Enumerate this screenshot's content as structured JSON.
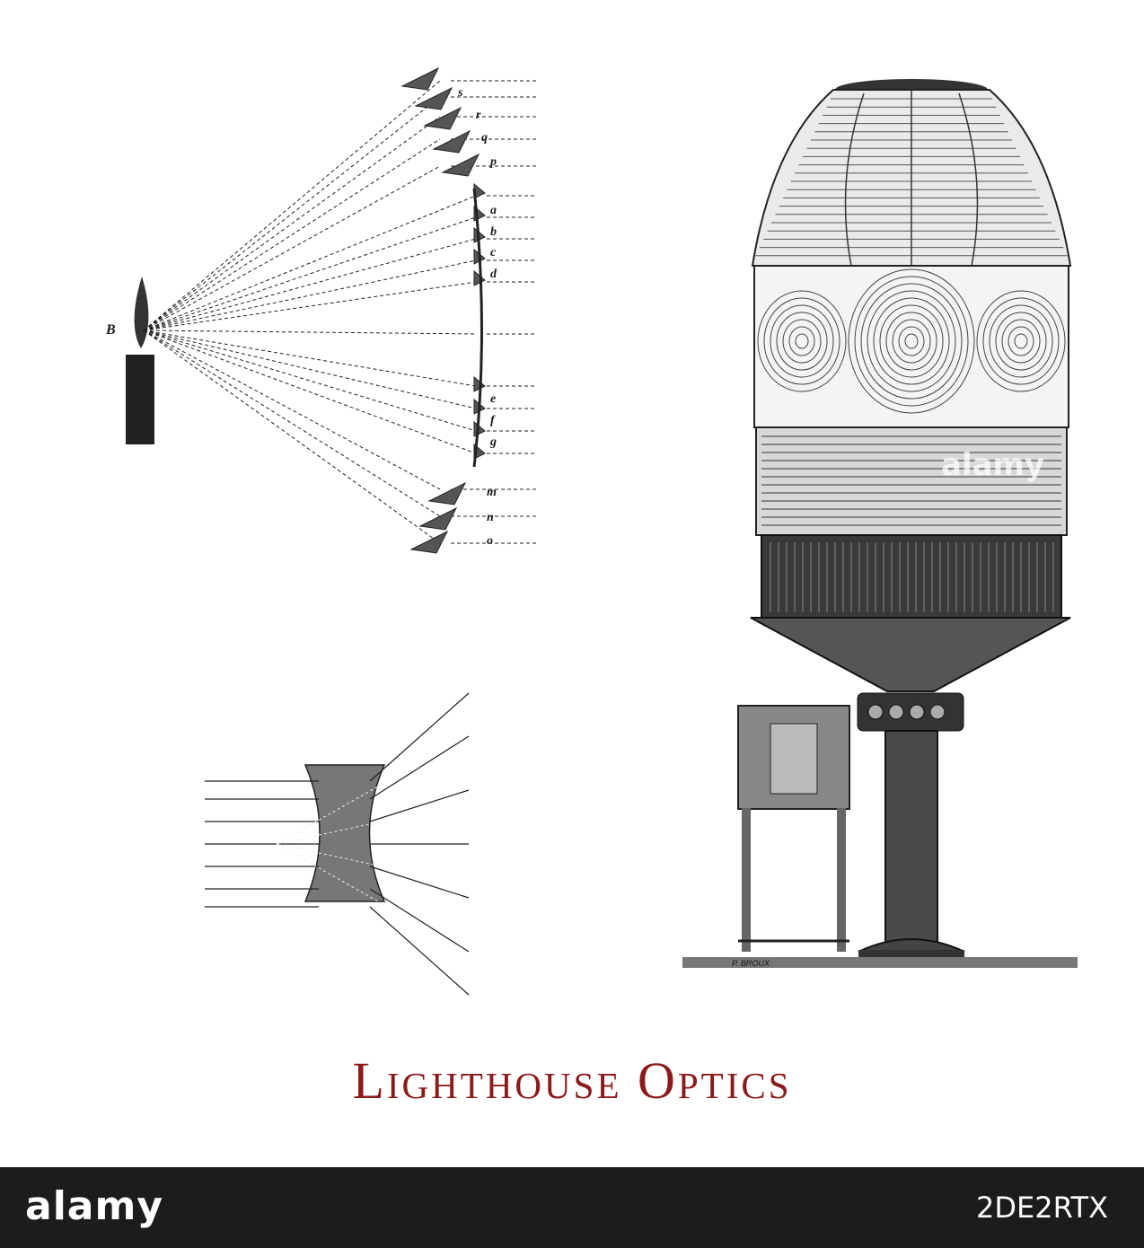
{
  "title": "Lighthouse Optics",
  "signature": "P. BROUX",
  "labels": {
    "source": "B",
    "prisms_top": [
      "s",
      "r",
      "q",
      "p"
    ],
    "lens_upper": [
      "a",
      "b",
      "c",
      "d"
    ],
    "lens_lower": [
      "e",
      "f",
      "g"
    ],
    "prisms_bottom": [
      "m",
      "n",
      "o"
    ]
  },
  "watermark": "alamy",
  "footer": {
    "brand": "alamy",
    "image_id": "2DE2RTX"
  },
  "colors": {
    "title": "#8b1a1a",
    "ink": "#1a1a1a",
    "footer_bg": "#1c1c1c"
  }
}
